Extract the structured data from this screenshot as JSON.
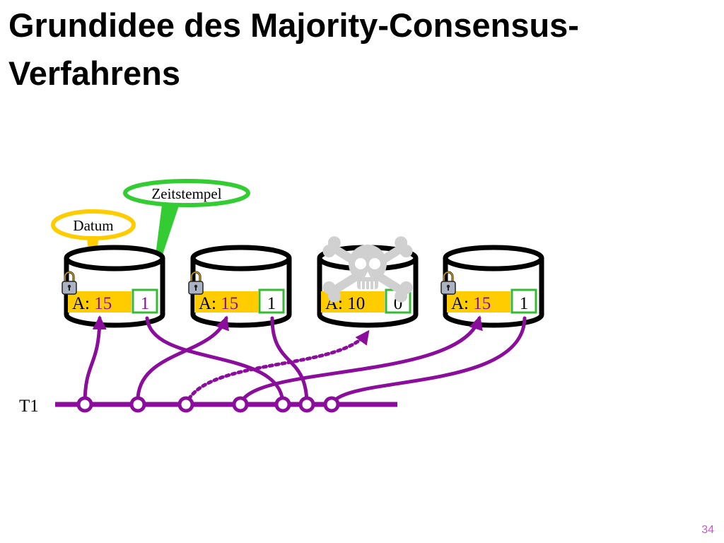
{
  "title": {
    "line1": "Grundidee des Majority-Consensus-",
    "line2": "Verfahrens"
  },
  "callouts": {
    "datum": "Datum",
    "zeitstempel": "Zeitstempel"
  },
  "replicas": [
    {
      "label": "A:",
      "value": "15",
      "timestamp": "1",
      "locked": true,
      "failed": false
    },
    {
      "label": "A:",
      "value": "15",
      "timestamp": "1",
      "locked": true,
      "failed": false
    },
    {
      "label": "A:",
      "value": "10",
      "timestamp": "0",
      "locked": false,
      "failed": true
    },
    {
      "label": "A:",
      "value": "15",
      "timestamp": "1",
      "locked": true,
      "failed": false
    }
  ],
  "transaction": {
    "label": "T1"
  },
  "icons": {
    "lock": "padlock-icon",
    "failure": "skull-crossbones-icon"
  },
  "colors": {
    "timeline": "#8b0d9c",
    "value_bg": "#ffcc00",
    "value_text": "#8b0d9c",
    "timestamp_border": "#33bb33",
    "callout_datum": "#ffcc00",
    "callout_zeitstempel": "#33cc33",
    "page_number": "#cc55cc"
  },
  "page_number": "34"
}
